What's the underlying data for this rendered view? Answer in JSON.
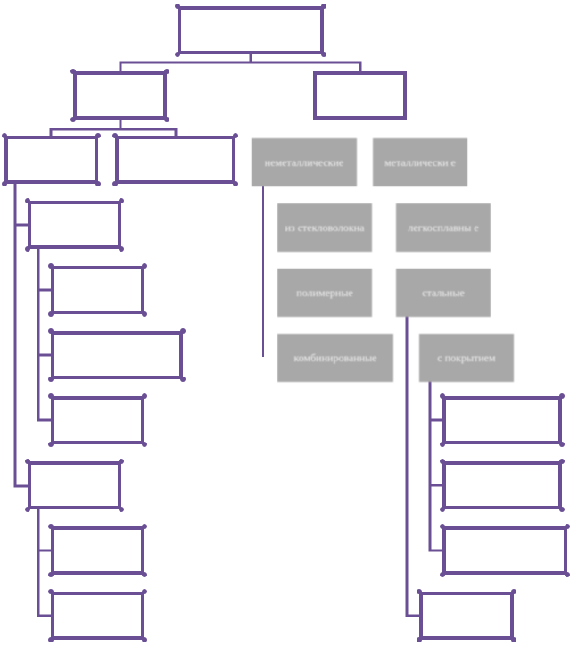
{
  "colors": {
    "outline": "#6a4f94",
    "gray_box": "#a8a8a8",
    "gray_text": "#f2f2f2"
  },
  "gray_nodes": {
    "nonmetal": "неметаллические",
    "metal": "металлически е",
    "fiberglass": "из стекловолокна",
    "light_alloy": "легкосплавны е",
    "polymer": "полимерные",
    "steel": "стальные",
    "combined": "комбинированные",
    "coated": "с покрытием"
  }
}
